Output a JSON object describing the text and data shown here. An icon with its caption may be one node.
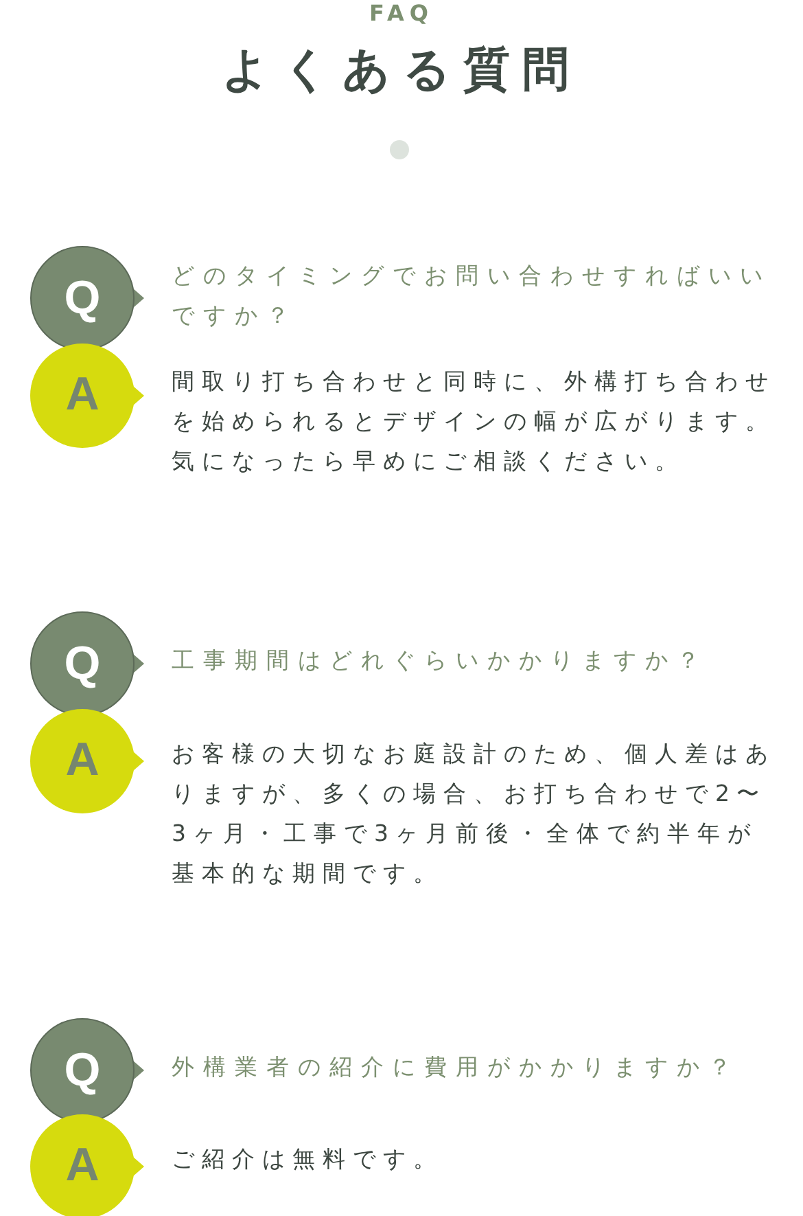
{
  "diagram": {
    "title": "よくある質問",
    "labels": [
      "FAQ"
    ],
    "nodes": [
      {
        "text": [
          "Q"
        ],
        "beside": [
          "どのタイミングでお問い合わせすればいいですか？"
        ]
      },
      {
        "text": [
          "A"
        ],
        "beside": [
          "間取り打ち合わせと同時に、外構打ち合わせを始められるとデザインの幅が広がります。気になったら早めにご相談ください。"
        ]
      },
      {
        "text": [
          "Q"
        ],
        "beside": [
          "工事期間はどれぐらいかかりますか？"
        ]
      },
      {
        "text": [
          "A"
        ],
        "beside": [
          "お客様の大切なお庭設計のため、個人差はありますが、多くの場合、お打ち合わせで2〜3ヶ月・工事で3ヶ月前後・全体で約半年が基本的な期間です。"
        ]
      },
      {
        "text": [
          "Q"
        ],
        "beside": [
          "外構業者の紹介に費用がかかりますか？"
        ]
      },
      {
        "text": [
          "A"
        ],
        "beside": [
          "ご紹介は無料です。"
        ]
      }
    ]
  }
}
